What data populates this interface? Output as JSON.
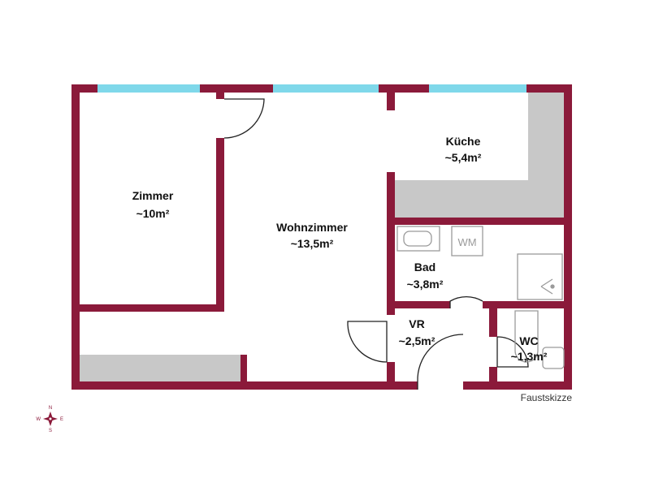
{
  "colors": {
    "wall": "#8B1A3A",
    "window": "#7FD8EA",
    "counter": "#C8C8C8",
    "door_line": "#222222",
    "fixture_line": "#9A9A9A"
  },
  "rooms": {
    "zimmer": {
      "name": "Zimmer",
      "area": "~10m²"
    },
    "wohnzimmer": {
      "name": "Wohnzimmer",
      "area": "~13,5m²"
    },
    "kueche": {
      "name": "Küche",
      "area": "~5,4m²"
    },
    "bad": {
      "name": "Bad",
      "area": "~3,8m²"
    },
    "vr": {
      "name": "VR",
      "area": "~2,5m²"
    },
    "wc": {
      "name": "WC",
      "area": "~1,3m²"
    }
  },
  "fixtures": {
    "washing_machine": "WM"
  },
  "caption": "Faustskizze",
  "compass": {
    "n": "N",
    "e": "E",
    "s": "S",
    "w": "W"
  }
}
